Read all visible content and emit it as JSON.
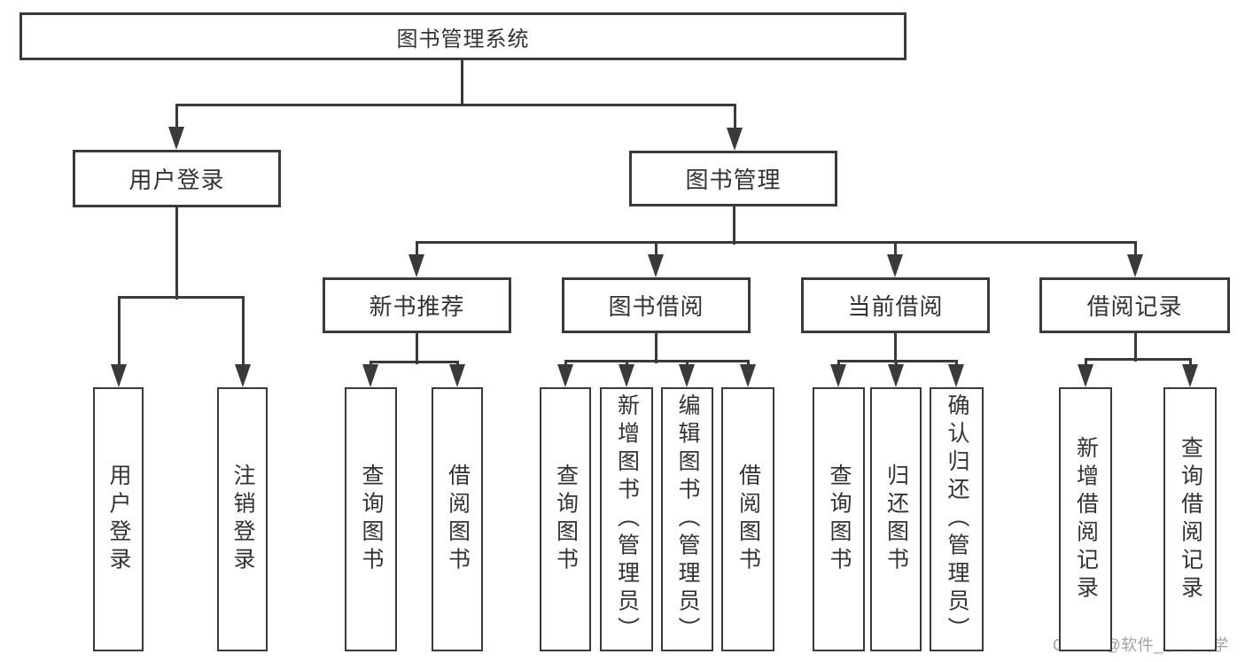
{
  "diagram": {
    "type": "hierarchy",
    "title": "图书管理系统",
    "nodes": [
      {
        "id": "root",
        "label": "图书管理系统",
        "level": 0,
        "parent": null
      },
      {
        "id": "user-login",
        "label": "用户登录",
        "level": 1,
        "parent": "root"
      },
      {
        "id": "book-management",
        "label": "图书管理",
        "level": 1,
        "parent": "root"
      },
      {
        "id": "login",
        "label": "用户登录",
        "level": 2,
        "parent": "user-login"
      },
      {
        "id": "logout",
        "label": "注销登录",
        "level": 2,
        "parent": "user-login"
      },
      {
        "id": "new-book-recommend",
        "label": "新书推荐",
        "level": 2,
        "parent": "book-management"
      },
      {
        "id": "book-borrow",
        "label": "图书借阅",
        "level": 2,
        "parent": "book-management"
      },
      {
        "id": "current-borrow",
        "label": "当前借阅",
        "level": 2,
        "parent": "book-management"
      },
      {
        "id": "borrow-record",
        "label": "借阅记录",
        "level": 2,
        "parent": "book-management"
      },
      {
        "id": "query-book-1",
        "label": "查询图书",
        "level": 3,
        "parent": "new-book-recommend"
      },
      {
        "id": "borrow-book-1",
        "label": "借阅图书",
        "level": 3,
        "parent": "new-book-recommend"
      },
      {
        "id": "query-book-2",
        "label": "查询图书",
        "level": 3,
        "parent": "book-borrow"
      },
      {
        "id": "add-book-admin",
        "label": "新增图书（管理员）",
        "level": 3,
        "parent": "book-borrow"
      },
      {
        "id": "edit-book-admin",
        "label": "编辑图书（管理员）",
        "level": 3,
        "parent": "book-borrow"
      },
      {
        "id": "borrow-book-2",
        "label": "借阅图书",
        "level": 3,
        "parent": "book-borrow"
      },
      {
        "id": "query-book-3",
        "label": "查询图书",
        "level": 3,
        "parent": "current-borrow"
      },
      {
        "id": "return-book",
        "label": "归还图书",
        "level": 3,
        "parent": "current-borrow"
      },
      {
        "id": "confirm-return-admin",
        "label": "确认归还（管理员）",
        "level": 3,
        "parent": "current-borrow"
      },
      {
        "id": "add-borrow-record",
        "label": "新增借阅记录",
        "level": 3,
        "parent": "borrow-record"
      },
      {
        "id": "query-borrow-record",
        "label": "查询借阅记录",
        "level": 3,
        "parent": "borrow-record"
      }
    ],
    "watermark": "CSDN @软件_小贺同学",
    "colors": {
      "line": "#3a3a3a",
      "text": "#333333",
      "background": "#ffffff",
      "watermark": "#a3a3a3"
    }
  }
}
